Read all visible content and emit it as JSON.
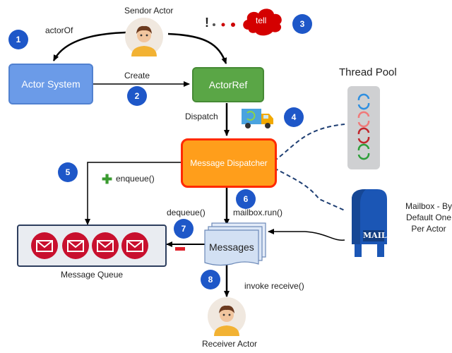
{
  "colors": {
    "actor_system": "#6b9be8",
    "actor_ref": "#5aa646",
    "dispatcher_fill": "#ff9e1b",
    "dispatcher_border": "#ff2a00",
    "badge": "#1e57c8",
    "tell_cloud": "#d40000",
    "envelope": "#c8102e",
    "mailbox": "#1b56b5",
    "thread_pool_panel": "#cfd0d2"
  },
  "labels": {
    "sender": "Sendor Actor",
    "actor_of": "actorOf",
    "tell": "tell",
    "actor_system": "Actor System",
    "create": "Create",
    "actor_ref": "ActorRef",
    "dispatch": "Dispatch",
    "thread_pool": "Thread Pool",
    "dispatcher": "Message Dispatcher",
    "enqueue": "enqueue()",
    "dequeue": "dequeue()",
    "mailbox_run": "mailbox.run()",
    "messages": "Messages",
    "message_queue": "Message Queue",
    "mailbox_note_1": "Mailbox - By",
    "mailbox_note_2": "Default One",
    "mailbox_note_3": "Per Actor",
    "mail_text": "MAIL",
    "invoke": "invoke receive()",
    "receiver": "Receiver Actor"
  },
  "steps": [
    "1",
    "2",
    "3",
    "4",
    "5",
    "6",
    "7",
    "8"
  ],
  "icons": {
    "actor_avatar": "person-avatar-icon",
    "delivery": "delivery-truck-icon",
    "thread": "refresh-arrows-icon",
    "queue_item": "envelope-icon",
    "mailbox": "mailbox-icon",
    "plus": "plus-icon",
    "minus": "minus-icon"
  }
}
